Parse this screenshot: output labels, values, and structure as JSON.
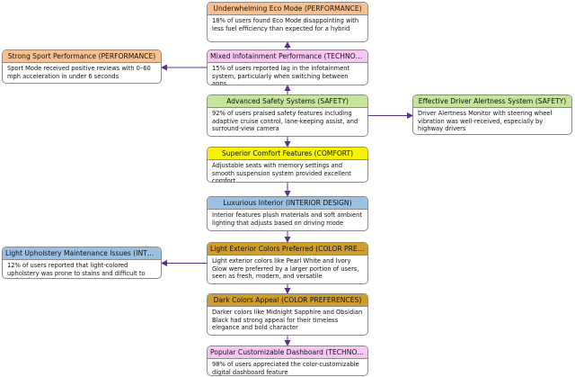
{
  "colors": {
    "performance": "#f9c08f",
    "technology": "#f8c8f3",
    "safety": "#c5e69a",
    "comfort": "#f7f200",
    "interior_design": "#9bc1e2",
    "color_preferences": "#cf9e2a",
    "edge": "#5a2e8a"
  },
  "nodes": [
    {
      "id": "n1",
      "category": "performance",
      "title": "Underwhelming Eco Mode (PERFORMANCE)",
      "text": "18% of users found Eco Mode disappointing with less fuel efficiency than expected for a hybrid"
    },
    {
      "id": "n2",
      "category": "technology",
      "title": "Mixed Infotainment Performance (TECHNOLO...",
      "text": "15% of users reported lag in the infotainment system, particularly when switching between apps"
    },
    {
      "id": "n3",
      "category": "performance",
      "title": "Strong Sport Performance (PERFORMANCE)",
      "text": "Sport Mode received positive reviews with 0–60 mph acceleration in under 6 seconds"
    },
    {
      "id": "n4",
      "category": "safety",
      "title": "Advanced Safety Systems (SAFETY)",
      "text": "92% of users praised safety features including adaptive cruise control, lane-keeping assist, and surround-view camera"
    },
    {
      "id": "n5",
      "category": "safety",
      "title": "Effective Driver Alertness System (SAFETY)",
      "text": "Driver Alertness Monitor with steering wheel vibration was well-received, especially by highway drivers"
    },
    {
      "id": "n6",
      "category": "comfort",
      "title": "Superior Comfort Features (COMFORT)",
      "text": "Adjustable seats with memory settings and smooth suspension system provided excellent comfort"
    },
    {
      "id": "n7",
      "category": "interior_design",
      "title": "Luxurious Interior (INTERIOR DESIGN)",
      "text": "Interior features plush materials and soft ambient lighting that adjusts based on driving mode"
    },
    {
      "id": "n8",
      "category": "color_preferences",
      "title": "Light Exterior Colors Preferred (COLOR PREFE...",
      "text": "Light exterior colors like Pearl White and Ivory Glow were preferred by a larger portion of users, seen as fresh, modern, and versatile"
    },
    {
      "id": "n9",
      "category": "interior_design",
      "title": "Light Upholstery Maintenance Issues (INTERIO...",
      "text": "12% of users reported that light-colored upholstery was prone to stains and difficult to maintain"
    },
    {
      "id": "n10",
      "category": "color_preferences",
      "title": "Dark Colors Appeal (COLOR PREFERENCES)",
      "text": "Darker colors like Midnight Sapphire and Obsidian Black had strong appeal for their timeless elegance and bold character"
    },
    {
      "id": "n11",
      "category": "technology",
      "title": "Popular Customizable Dashboard (TECHNOLO...",
      "text": "98% of users appreciated the color-customizable digital dashboard feature"
    }
  ],
  "edges": [
    {
      "from": "n2",
      "to": "n1"
    },
    {
      "from": "n2",
      "to": "n3"
    },
    {
      "from": "n4",
      "to": "n2"
    },
    {
      "from": "n4",
      "to": "n5"
    },
    {
      "from": "n4",
      "to": "n6"
    },
    {
      "from": "n6",
      "to": "n7"
    },
    {
      "from": "n7",
      "to": "n8"
    },
    {
      "from": "n8",
      "to": "n9"
    },
    {
      "from": "n8",
      "to": "n10"
    },
    {
      "from": "n10",
      "to": "n11"
    }
  ]
}
